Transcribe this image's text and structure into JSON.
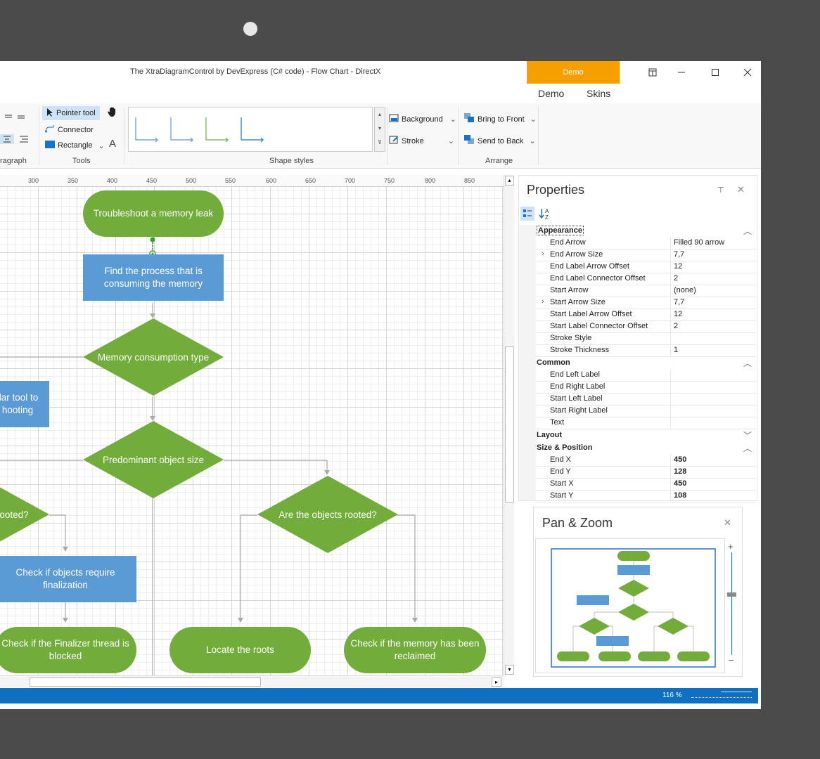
{
  "window": {
    "title": "The XtraDiagramControl by DevExpress (C# code) - Flow Chart - DirectX",
    "demo_tag": "Demo"
  },
  "menu": {
    "demo": "Demo",
    "skins": "Skins"
  },
  "ribbon": {
    "paragraph_label": "ragraph",
    "tools": {
      "label": "Tools",
      "pointer": "Pointer tool",
      "connector": "Connector",
      "rectangle": "Rectangle"
    },
    "shape_styles_label": "Shape styles",
    "background": "Background",
    "stroke": "Stroke",
    "arrange": {
      "label": "Arrange",
      "bring_front": "Bring to Front",
      "send_back": "Send to Back"
    }
  },
  "ruler": {
    "ticks": [
      "300",
      "350",
      "400",
      "450",
      "500",
      "550",
      "600",
      "650",
      "700",
      "750",
      "800",
      "850"
    ]
  },
  "diagram": {
    "nodes": {
      "n1": "Troubleshoot a memory leak",
      "n2": "Find the process that is consuming the memory",
      "n3": "Memory consumption type",
      "n4": "ilar tool to hooting",
      "n5": "Predominant object size",
      "n6": "ooted?",
      "n7": "Are the objects rooted?",
      "n8": "Check if objects require finalization",
      "n9": "Check if the Finalizer thread is blocked",
      "n10": "Locate the roots",
      "n11": "Check if the memory has been reclaimed"
    }
  },
  "properties": {
    "title": "Properties",
    "appearance": {
      "label": "Appearance",
      "rows": [
        {
          "k": "End Arrow",
          "v": "Filled 90 arrow"
        },
        {
          "k": "End Arrow Size",
          "v": "7,7"
        },
        {
          "k": "End Label Arrow Offset",
          "v": "12"
        },
        {
          "k": "End Label Connector Offset",
          "v": "2"
        },
        {
          "k": "Start Arrow",
          "v": "(none)"
        },
        {
          "k": "Start Arrow Size",
          "v": "7,7"
        },
        {
          "k": "Start Label Arrow Offset",
          "v": "12"
        },
        {
          "k": "Start Label Connector Offset",
          "v": "2"
        },
        {
          "k": "Stroke Style",
          "v": ""
        },
        {
          "k": "Stroke Thickness",
          "v": "1"
        }
      ]
    },
    "common": {
      "label": "Common",
      "rows": [
        {
          "k": "End Left Label",
          "v": ""
        },
        {
          "k": "End Right Label",
          "v": ""
        },
        {
          "k": "Start Left Label",
          "v": ""
        },
        {
          "k": "Start Right Label",
          "v": ""
        },
        {
          "k": "Text",
          "v": ""
        }
      ]
    },
    "layout_label": "Layout",
    "size_position": {
      "label": "Size & Position",
      "rows": [
        {
          "k": "End X",
          "v": "450"
        },
        {
          "k": "End Y",
          "v": "128"
        },
        {
          "k": "Start X",
          "v": "450"
        },
        {
          "k": "Start Y",
          "v": "108"
        }
      ]
    }
  },
  "pan_zoom": {
    "title": "Pan & Zoom",
    "plus": "+",
    "minus": "−"
  },
  "status": {
    "zoom": "116 %"
  },
  "colors": {
    "accent": "#f5a000",
    "terminal": "#72ac3a",
    "process": "#5b9bd5",
    "status_bar": "#0e70c0"
  }
}
